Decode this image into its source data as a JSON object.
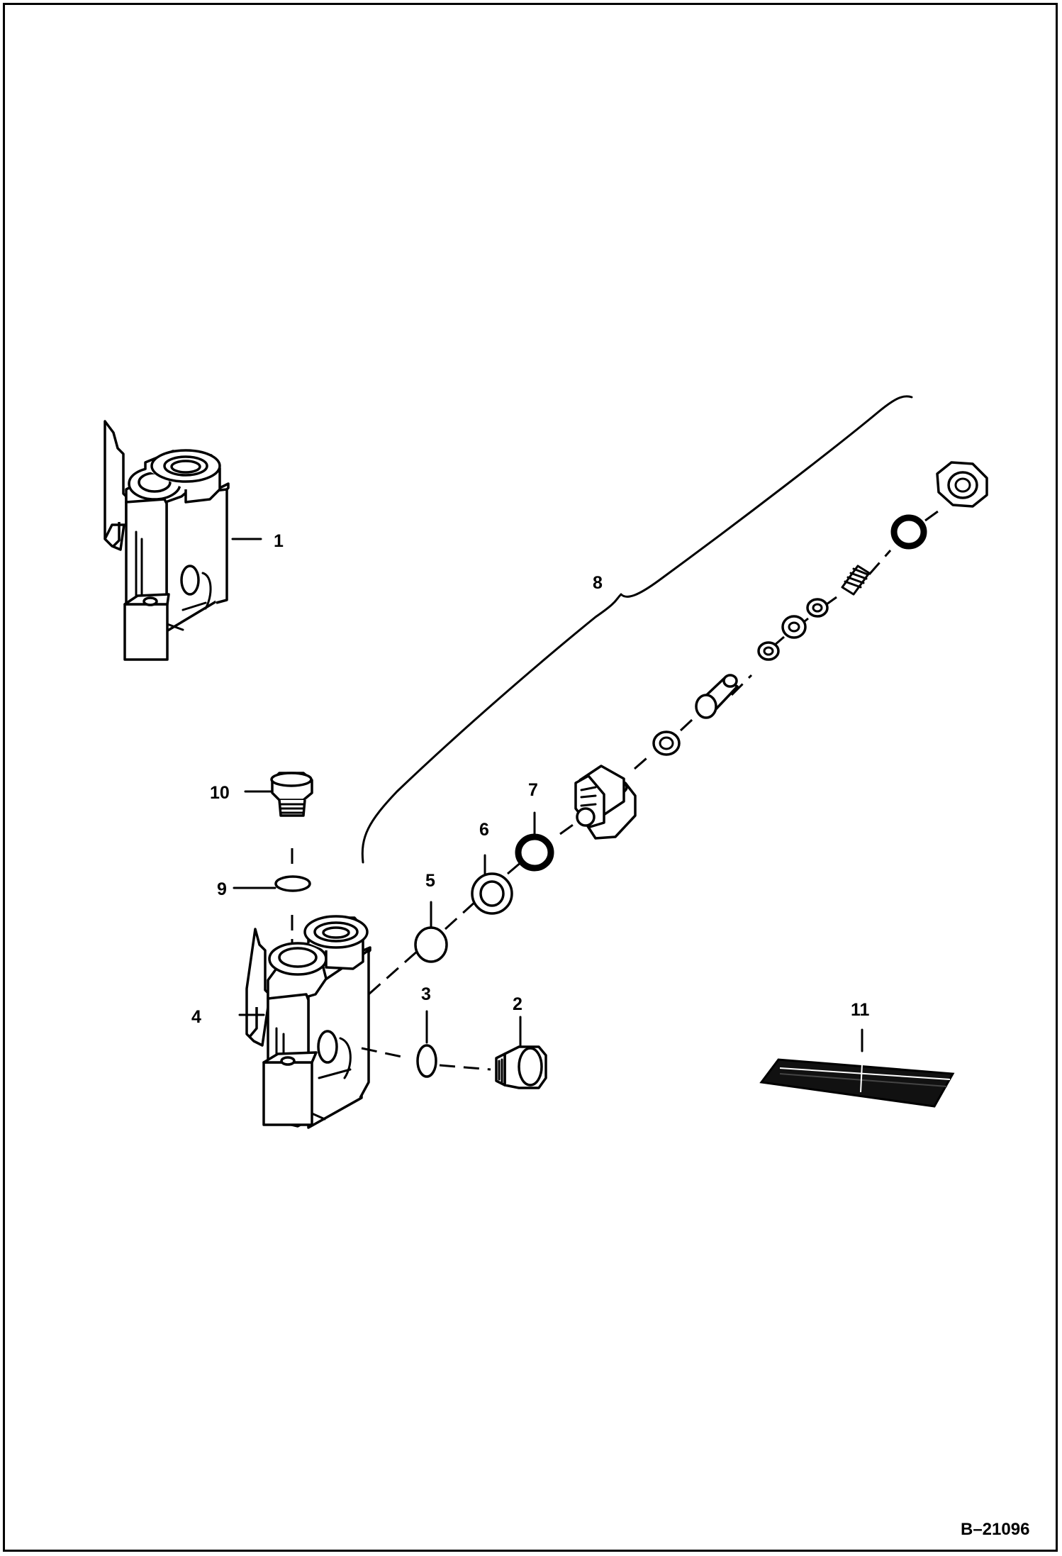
{
  "diagram": {
    "reference_code": "B–21096",
    "callouts": {
      "c1": "1",
      "c2": "2",
      "c3": "3",
      "c4": "4",
      "c5": "5",
      "c6": "6",
      "c7": "7",
      "c8": "8",
      "c9": "9",
      "c10": "10",
      "c11": "11"
    }
  }
}
